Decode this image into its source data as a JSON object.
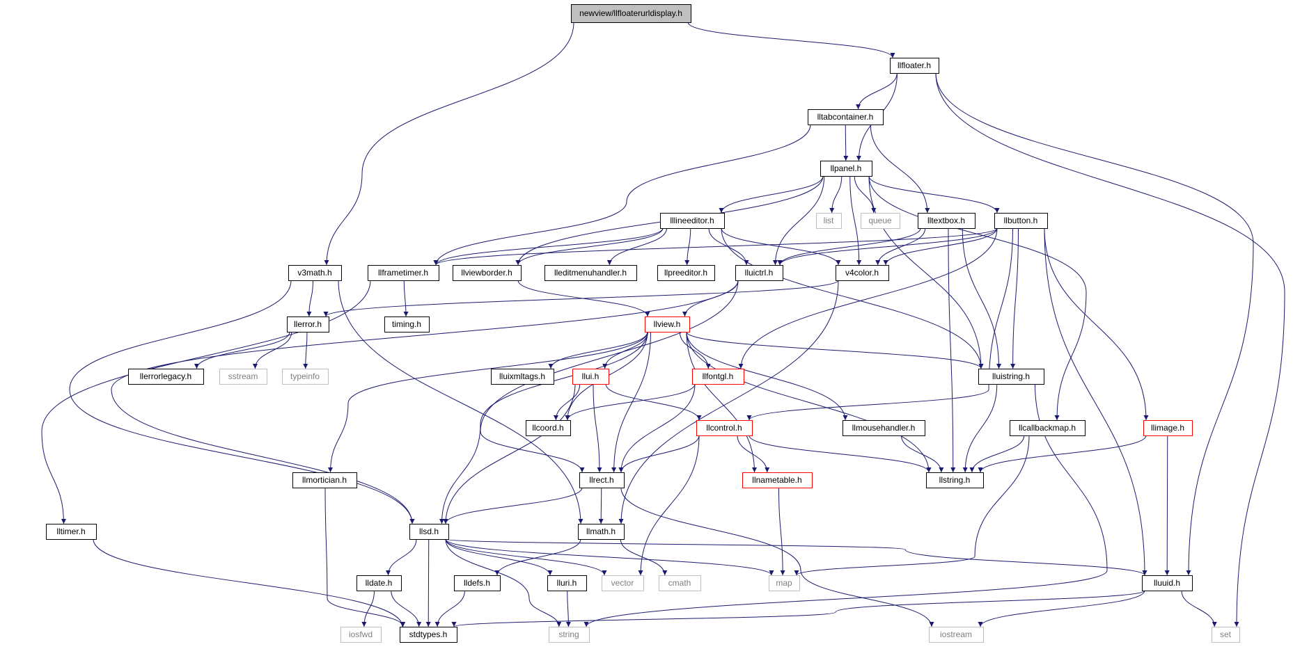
{
  "diagram": {
    "title_node": "newview/llfloaterurldisplay.h",
    "colors": {
      "edge": "#191970",
      "root_fill": "#bfbfbf",
      "normal_border": "#000000",
      "truncated_border": "#ff0000",
      "system_border": "#bfbfbf",
      "system_text": "#7f7f7f"
    },
    "nodes": [
      {
        "id": "root",
        "label": "newview/llfloaterurldisplay.h",
        "kind": "root"
      },
      {
        "id": "llfloater",
        "label": "llfloater.h",
        "kind": "normal"
      },
      {
        "id": "lltabcontainer",
        "label": "lltabcontainer.h",
        "kind": "normal"
      },
      {
        "id": "llpanel",
        "label": "llpanel.h",
        "kind": "normal"
      },
      {
        "id": "list",
        "label": "list",
        "kind": "system"
      },
      {
        "id": "queue",
        "label": "queue",
        "kind": "system"
      },
      {
        "id": "lllineeditor",
        "label": "lllineeditor.h",
        "kind": "normal"
      },
      {
        "id": "lltextbox",
        "label": "lltextbox.h",
        "kind": "normal"
      },
      {
        "id": "llbutton",
        "label": "llbutton.h",
        "kind": "normal"
      },
      {
        "id": "v3math",
        "label": "v3math.h",
        "kind": "normal"
      },
      {
        "id": "llframetimer",
        "label": "llframetimer.h",
        "kind": "normal"
      },
      {
        "id": "llviewborder",
        "label": "llviewborder.h",
        "kind": "normal"
      },
      {
        "id": "lleditmenuhandler",
        "label": "lleditmenuhandler.h",
        "kind": "normal"
      },
      {
        "id": "llpreeditor",
        "label": "llpreeditor.h",
        "kind": "normal"
      },
      {
        "id": "lluictrl",
        "label": "lluictrl.h",
        "kind": "normal"
      },
      {
        "id": "v4color",
        "label": "v4color.h",
        "kind": "normal"
      },
      {
        "id": "llerror",
        "label": "llerror.h",
        "kind": "normal"
      },
      {
        "id": "timing",
        "label": "timing.h",
        "kind": "normal"
      },
      {
        "id": "llview",
        "label": "llview.h",
        "kind": "truncated"
      },
      {
        "id": "llerrorlegacy",
        "label": "llerrorlegacy.h",
        "kind": "normal"
      },
      {
        "id": "sstream",
        "label": "sstream",
        "kind": "system"
      },
      {
        "id": "typeinfo",
        "label": "typeinfo",
        "kind": "system"
      },
      {
        "id": "lluixmltags",
        "label": "lluixmltags.h",
        "kind": "normal"
      },
      {
        "id": "llui",
        "label": "llui.h",
        "kind": "truncated"
      },
      {
        "id": "llfontgl",
        "label": "llfontgl.h",
        "kind": "truncated"
      },
      {
        "id": "lluistring",
        "label": "lluistring.h",
        "kind": "normal"
      },
      {
        "id": "llcoord",
        "label": "llcoord.h",
        "kind": "normal"
      },
      {
        "id": "llcontrol",
        "label": "llcontrol.h",
        "kind": "truncated"
      },
      {
        "id": "llmousehandler",
        "label": "llmousehandler.h",
        "kind": "normal"
      },
      {
        "id": "llcallbackmap",
        "label": "llcallbackmap.h",
        "kind": "normal"
      },
      {
        "id": "llimage",
        "label": "llimage.h",
        "kind": "truncated"
      },
      {
        "id": "llmortician",
        "label": "llmortician.h",
        "kind": "normal"
      },
      {
        "id": "llrect",
        "label": "llrect.h",
        "kind": "normal"
      },
      {
        "id": "llnametable",
        "label": "llnametable.h",
        "kind": "truncated"
      },
      {
        "id": "llstring",
        "label": "llstring.h",
        "kind": "normal"
      },
      {
        "id": "lltimer",
        "label": "lltimer.h",
        "kind": "normal"
      },
      {
        "id": "llsd",
        "label": "llsd.h",
        "kind": "normal"
      },
      {
        "id": "llmath",
        "label": "llmath.h",
        "kind": "normal"
      },
      {
        "id": "lldate",
        "label": "lldate.h",
        "kind": "normal"
      },
      {
        "id": "lldefs",
        "label": "lldefs.h",
        "kind": "normal"
      },
      {
        "id": "lluri",
        "label": "lluri.h",
        "kind": "normal"
      },
      {
        "id": "vector",
        "label": "vector",
        "kind": "system"
      },
      {
        "id": "cmath",
        "label": "cmath",
        "kind": "system"
      },
      {
        "id": "map",
        "label": "map",
        "kind": "system"
      },
      {
        "id": "lluuid",
        "label": "lluuid.h",
        "kind": "normal"
      },
      {
        "id": "iosfwd",
        "label": "iosfwd",
        "kind": "system"
      },
      {
        "id": "stdtypes",
        "label": "stdtypes.h",
        "kind": "normal"
      },
      {
        "id": "string",
        "label": "string",
        "kind": "system"
      },
      {
        "id": "iostream",
        "label": "iostream",
        "kind": "system"
      },
      {
        "id": "set",
        "label": "set",
        "kind": "system"
      }
    ],
    "edges": [
      [
        "root",
        "llfloater"
      ],
      [
        "root",
        "v3math"
      ],
      [
        "llfloater",
        "lltabcontainer"
      ],
      [
        "llfloater",
        "llpanel"
      ],
      [
        "llfloater",
        "lluuid"
      ],
      [
        "llfloater",
        "set"
      ],
      [
        "lltabcontainer",
        "llpanel"
      ],
      [
        "lltabcontainer",
        "lltextbox"
      ],
      [
        "lltabcontainer",
        "llframetimer"
      ],
      [
        "llpanel",
        "list"
      ],
      [
        "llpanel",
        "queue"
      ],
      [
        "llpanel",
        "lllineeditor"
      ],
      [
        "llpanel",
        "llbutton"
      ],
      [
        "llpanel",
        "lluictrl"
      ],
      [
        "llpanel",
        "v4color"
      ],
      [
        "llpanel",
        "llviewborder"
      ],
      [
        "llpanel",
        "lluistring"
      ],
      [
        "llpanel",
        "llcallbackmap"
      ],
      [
        "lllineeditor",
        "llframetimer"
      ],
      [
        "lllineeditor",
        "llviewborder"
      ],
      [
        "lllineeditor",
        "lleditmenuhandler"
      ],
      [
        "lllineeditor",
        "llpreeditor"
      ],
      [
        "lllineeditor",
        "lluictrl"
      ],
      [
        "lllineeditor",
        "v4color"
      ],
      [
        "lllineeditor",
        "lluistring"
      ],
      [
        "lltextbox",
        "lluictrl"
      ],
      [
        "lltextbox",
        "v4color"
      ],
      [
        "lltextbox",
        "lluistring"
      ],
      [
        "lltextbox",
        "llstring"
      ],
      [
        "llbutton",
        "lluictrl"
      ],
      [
        "llbutton",
        "v4color"
      ],
      [
        "llbutton",
        "lluistring"
      ],
      [
        "llbutton",
        "llimage"
      ],
      [
        "llbutton",
        "lluuid"
      ],
      [
        "llbutton",
        "llframetimer"
      ],
      [
        "llbutton",
        "llfontgl"
      ],
      [
        "llbutton",
        "llcontrol"
      ],
      [
        "v3math",
        "llerror"
      ],
      [
        "v3math",
        "llmath"
      ],
      [
        "v3math",
        "llsd"
      ],
      [
        "llframetimer",
        "timing"
      ],
      [
        "llframetimer",
        "lltimer"
      ],
      [
        "llviewborder",
        "llview"
      ],
      [
        "lluictrl",
        "llview"
      ],
      [
        "lluictrl",
        "llrect"
      ],
      [
        "lluictrl",
        "llsd"
      ],
      [
        "v4color",
        "llerror"
      ],
      [
        "v4color",
        "llmath"
      ],
      [
        "llerror",
        "llerrorlegacy"
      ],
      [
        "llerror",
        "sstream"
      ],
      [
        "llerror",
        "typeinfo"
      ],
      [
        "llview",
        "lluixmltags"
      ],
      [
        "llview",
        "llui"
      ],
      [
        "llview",
        "llfontgl"
      ],
      [
        "llview",
        "lluistring"
      ],
      [
        "llview",
        "llcoord"
      ],
      [
        "llview",
        "llrect"
      ],
      [
        "llview",
        "llsd"
      ],
      [
        "llview",
        "llnametable"
      ],
      [
        "llview",
        "llmousehandler"
      ],
      [
        "llview",
        "llmortician"
      ],
      [
        "llview",
        "llstring"
      ],
      [
        "llui",
        "llcoord"
      ],
      [
        "llui",
        "llcontrol"
      ],
      [
        "llui",
        "llrect"
      ],
      [
        "llui",
        "llsd"
      ],
      [
        "llfontgl",
        "llcoord"
      ],
      [
        "llfontgl",
        "llrect"
      ],
      [
        "lluistring",
        "llstring"
      ],
      [
        "lluistring",
        "string"
      ],
      [
        "llcontrol",
        "llrect"
      ],
      [
        "llcontrol",
        "llnametable"
      ],
      [
        "llcontrol",
        "llstring"
      ],
      [
        "llcontrol",
        "vector"
      ],
      [
        "llmousehandler",
        "llstring"
      ],
      [
        "llcallbackmap",
        "llstring"
      ],
      [
        "llcallbackmap",
        "map"
      ],
      [
        "llimage",
        "llstring"
      ],
      [
        "llimage",
        "lluuid"
      ],
      [
        "llmortician",
        "stdtypes"
      ],
      [
        "llrect",
        "llsd"
      ],
      [
        "llrect",
        "llmath"
      ],
      [
        "llrect",
        "iostream"
      ],
      [
        "llnametable",
        "map"
      ],
      [
        "lltimer",
        "stdtypes"
      ],
      [
        "llsd",
        "lldate"
      ],
      [
        "llsd",
        "stdtypes"
      ],
      [
        "llsd",
        "lluri"
      ],
      [
        "llsd",
        "vector"
      ],
      [
        "llsd",
        "map"
      ],
      [
        "llsd",
        "string"
      ],
      [
        "llsd",
        "lluuid"
      ],
      [
        "llmath",
        "lldefs"
      ],
      [
        "llmath",
        "cmath"
      ],
      [
        "lldate",
        "iosfwd"
      ],
      [
        "lldate",
        "stdtypes"
      ],
      [
        "lldefs",
        "stdtypes"
      ],
      [
        "lluri",
        "string"
      ],
      [
        "lluuid",
        "stdtypes"
      ],
      [
        "lluuid",
        "iostream"
      ],
      [
        "lluuid",
        "set"
      ]
    ]
  }
}
